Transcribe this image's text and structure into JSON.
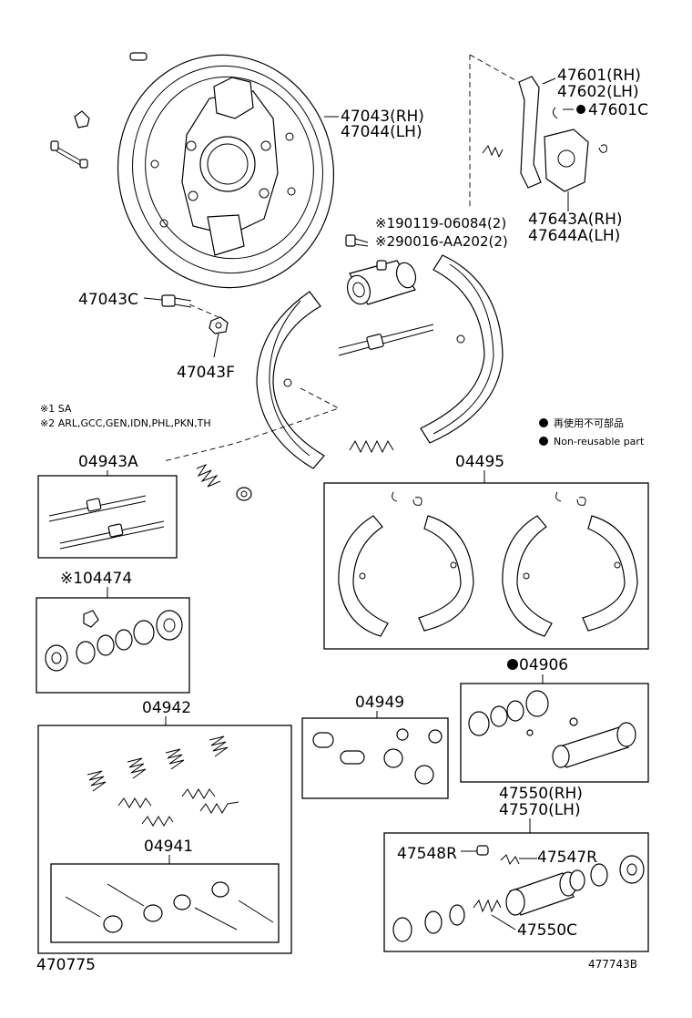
{
  "labels": {
    "backing_plate_rh": "47043(RH)",
    "backing_plate_lh": "47044(LH)",
    "lever_rh": "47601(RH)",
    "lever_lh": "47602(LH)",
    "lever_clip": "47601C",
    "strut_rh": "47643A(RH)",
    "strut_lh": "47644A(LH)",
    "bolt_1": "※190119-06084(2)",
    "bolt_2": "※290016-AA202(2)",
    "bolt_47043c": "47043C",
    "nut_47043f": "47043F",
    "kit_04943a": "04943A",
    "kit_04495": "04495",
    "kit_04474": "※104474",
    "kit_04906": "04906",
    "kit_04942": "04942",
    "kit_04949": "04949",
    "kit_04941": "04941",
    "cyl_rh": "47550(RH)",
    "cyl_lh": "47570(LH)",
    "part_47548r": "47548R",
    "part_47547r": "47547R",
    "part_47550c": "47550C"
  },
  "notes": {
    "note1": "※1 SA",
    "note2": "※2 ARL,GCC,GEN,IDN,PHL,PKN,TH"
  },
  "legend": {
    "jp": "再使用不可部品",
    "en": "Non-reusable part"
  },
  "footer": {
    "left": "470775",
    "right": "477743B"
  }
}
